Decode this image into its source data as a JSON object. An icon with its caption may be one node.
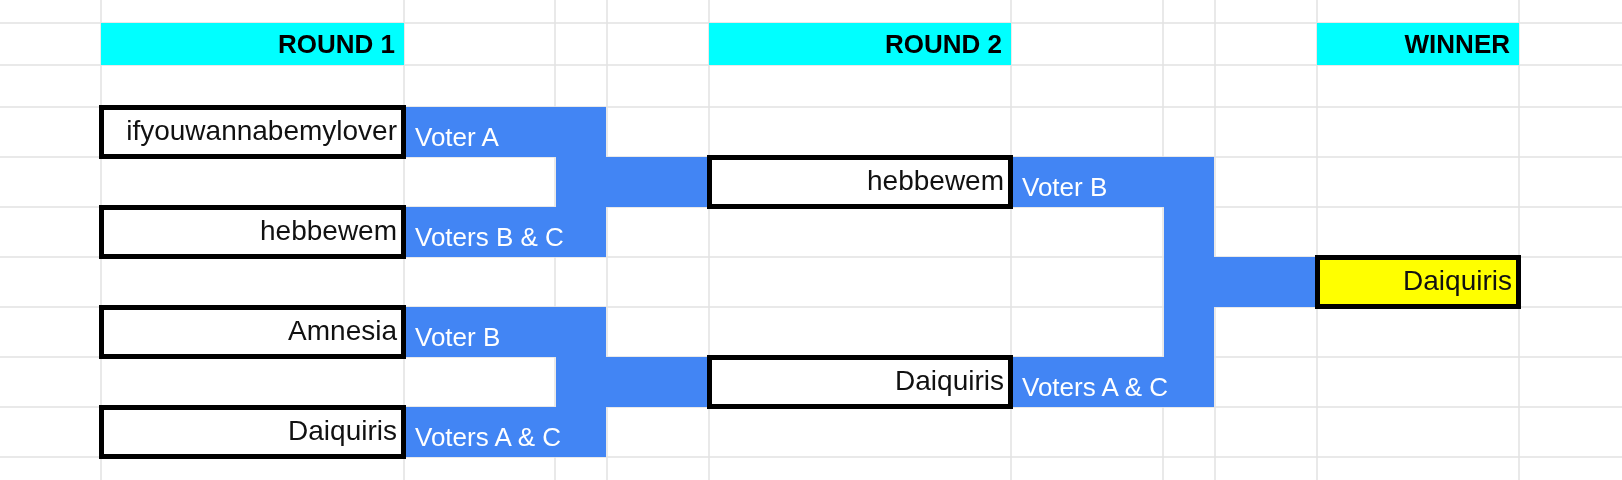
{
  "diagram": {
    "nodes": [
      {
        "text": [
          "ROUND 1"
        ]
      },
      {
        "text": [
          "ROUND 2"
        ]
      },
      {
        "text": [
          "WINNER"
        ]
      },
      {
        "text": [
          "ifyouwannabemylover"
        ]
      },
      {
        "text": [
          "hebbewem"
        ]
      },
      {
        "text": [
          "Amnesia"
        ]
      },
      {
        "text": [
          "Daiquiris"
        ]
      },
      {
        "text": [
          "hebbewem"
        ]
      },
      {
        "text": [
          "Daiquiris"
        ]
      },
      {
        "text": [
          "Daiquiris"
        ]
      }
    ],
    "edges": [
      {
        "from": 3,
        "to": 7,
        "arrow": "none",
        "label": "Voter A"
      },
      {
        "from": 4,
        "to": 7,
        "arrow": "none",
        "label": "Voters B & C"
      },
      {
        "from": 5,
        "to": 8,
        "arrow": "none",
        "label": "Voter B"
      },
      {
        "from": 6,
        "to": 8,
        "arrow": "none",
        "label": "Voters A & C"
      },
      {
        "from": 7,
        "to": 9,
        "arrow": "none",
        "label": "Voter B"
      },
      {
        "from": 8,
        "to": 9,
        "arrow": "none",
        "label": "Voters A & C"
      }
    ]
  }
}
